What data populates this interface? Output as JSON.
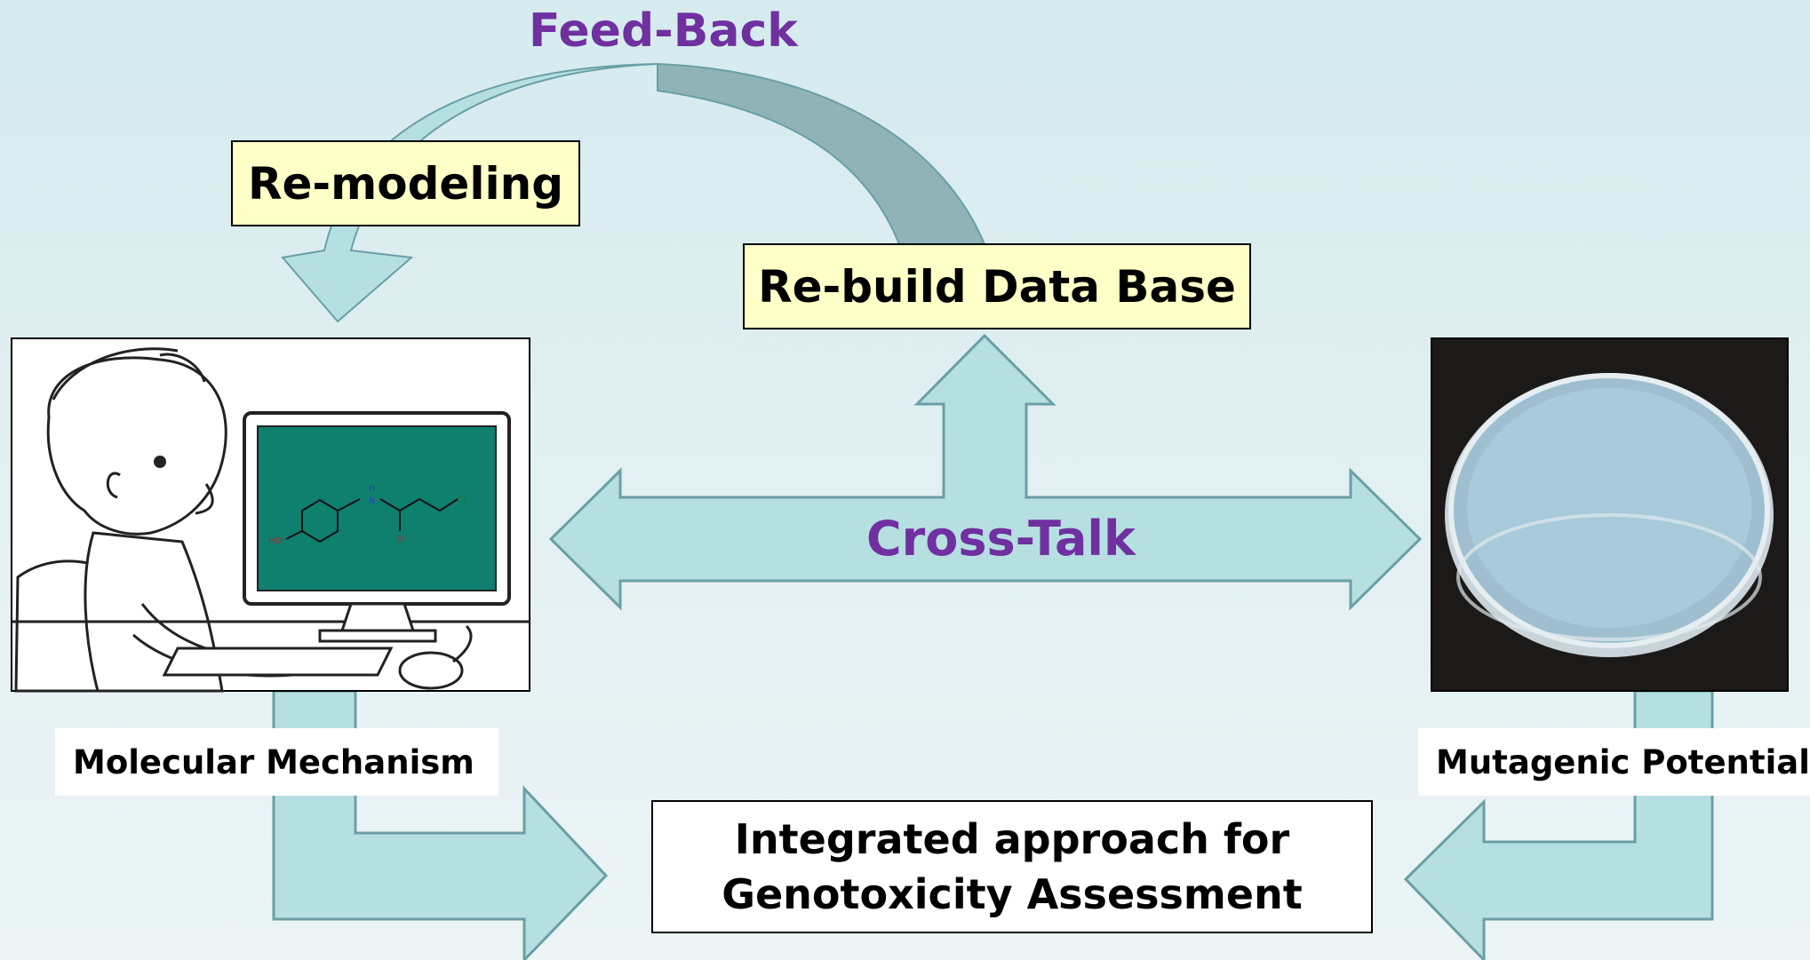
{
  "feedback_label": "Feed-Back",
  "remodeling_label": "Re-modeling",
  "rebuild_label": "Re-build Data Base",
  "crosstalk_label": "Cross-Talk",
  "molecular_label": "Molecular Mechanism",
  "mutagenic_label": "Mutagenic Potential",
  "integrated_line1": "Integrated approach for",
  "integrated_line2": "Genotoxicity Assessment",
  "molecule_labels": {
    "n": "N",
    "h": "H",
    "o": "O",
    "ho": "HO",
    "cl": "Cl"
  },
  "colors": {
    "arrow_fill": "#b6dfe2",
    "arrow_stroke": "#6a9fa6",
    "feedback_dark": "#8fb3b7",
    "accent_purple": "#7030a0",
    "box_yellow": "#ffffc7",
    "screen_green": "#0f7f6e"
  }
}
